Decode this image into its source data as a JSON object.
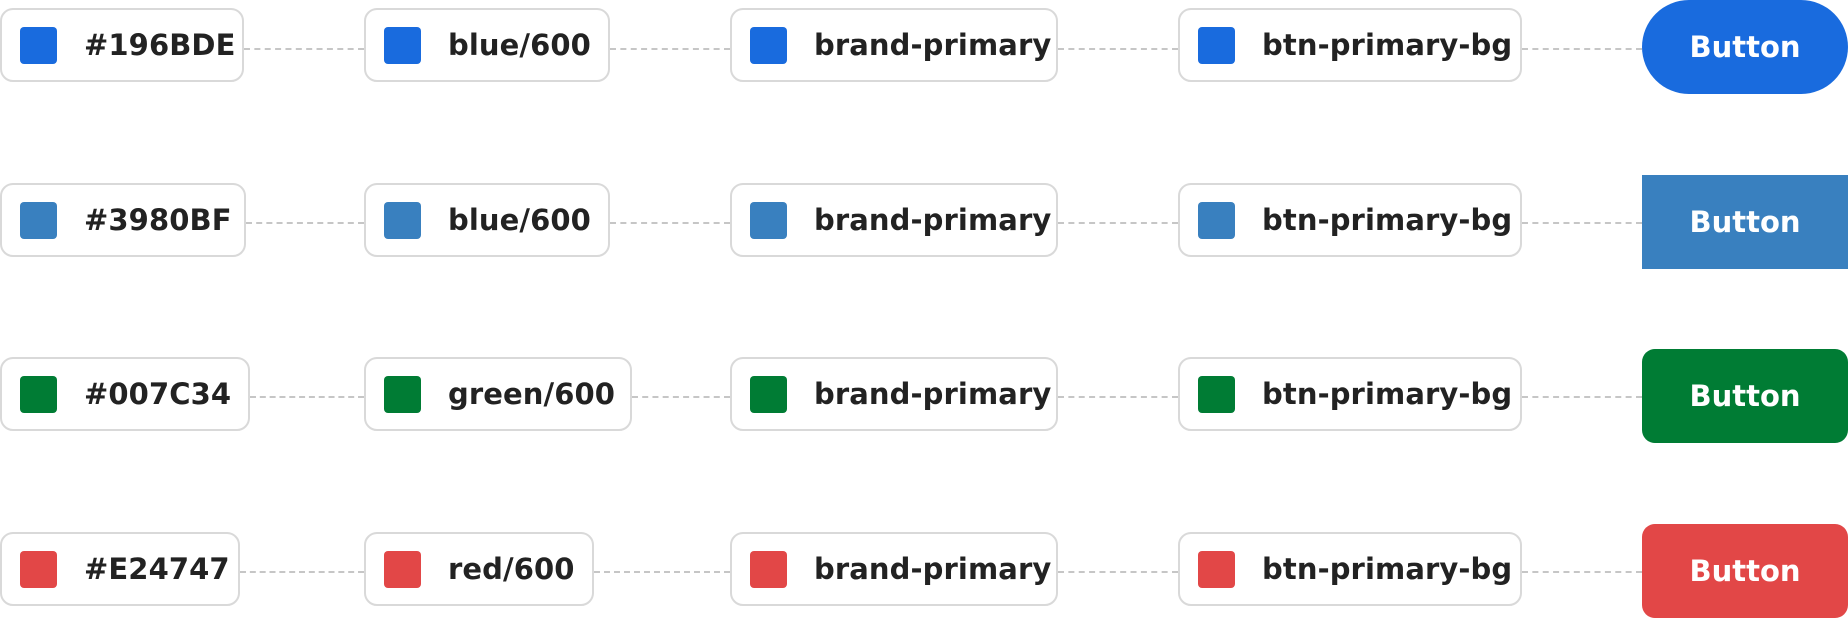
{
  "rows": [
    {
      "hex_label": "#196BDE",
      "palette_label": "blue/600",
      "semantic_label": "brand-primary",
      "component_label": "btn-primary-bg",
      "button_label": "Button",
      "color": "#196BDE",
      "button_shape": "pill"
    },
    {
      "hex_label": "#3980BF",
      "palette_label": "blue/600",
      "semantic_label": "brand-primary",
      "component_label": "btn-primary-bg",
      "button_label": "Button",
      "color": "#3980BF",
      "button_shape": "square"
    },
    {
      "hex_label": "#007C34",
      "palette_label": "green/600",
      "semantic_label": "brand-primary",
      "component_label": "btn-primary-bg",
      "button_label": "Button",
      "color": "#007C34",
      "button_shape": "rounded"
    },
    {
      "hex_label": "#E24747",
      "palette_label": "red/600",
      "semantic_label": "brand-primary",
      "component_label": "btn-primary-bg",
      "button_label": "Button",
      "color": "#E24747",
      "button_shape": "rounded"
    }
  ]
}
